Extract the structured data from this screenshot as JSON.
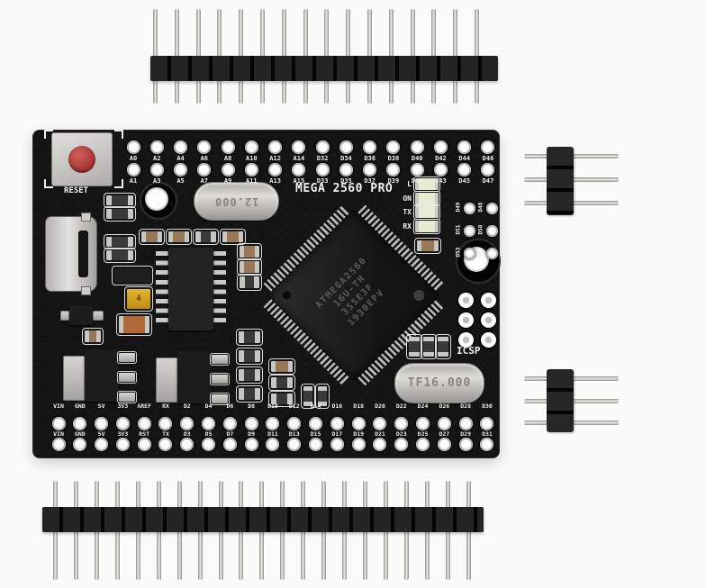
{
  "photo": {
    "board": {
      "title": "MEGA 2560 PRO",
      "reset_label": "RESET",
      "icsp_label": "ICSP",
      "crystal_12mhz_text": "12.000",
      "crystal_16mhz_text": "TF16.000",
      "fuse_mark": "4",
      "led_labels": [
        "L",
        "ON",
        "TX",
        "RX"
      ],
      "chip_lines": [
        "ATMEGA2560",
        "16U-TH",
        "355E3F",
        "1930EPV"
      ],
      "top_row1": [
        "A0",
        "A2",
        "A4",
        "A6",
        "A8",
        "A10",
        "A12",
        "A14",
        "D32",
        "D34",
        "D36",
        "D38",
        "D40",
        "D42",
        "D44",
        "D46"
      ],
      "top_row2": [
        "A1",
        "A3",
        "A5",
        "A7",
        "A9",
        "A11",
        "A13",
        "A15",
        "D33",
        "D35",
        "D37",
        "D39",
        "D41",
        "D43",
        "D45",
        "D47"
      ],
      "right_col_inner": [
        "D49",
        "D51",
        "D53"
      ],
      "right_col_outer": [
        "D48",
        "D50",
        "D52"
      ],
      "bottom_row1": [
        "VIN",
        "GND",
        "5V",
        "3V3",
        "AREF",
        "RX",
        "D2",
        "D4",
        "D6",
        "D8",
        "D10",
        "D12",
        "D14",
        "D16",
        "D18",
        "D20",
        "D22",
        "D24",
        "D26",
        "D28",
        "D30"
      ],
      "bottom_row2": [
        "VIN",
        "GND",
        "5V",
        "3V3",
        "RST",
        "TX",
        "D3",
        "D5",
        "D7",
        "D9",
        "D11",
        "D13",
        "D15",
        "D17",
        "D19",
        "D21",
        "D23",
        "D25",
        "D27",
        "D29",
        "D31"
      ]
    },
    "colors": {
      "background": "#fafafa",
      "pcb": "#141414",
      "silkscreen": "#f1f1f1",
      "pin_silver": "#c9c8c4",
      "reset_cap_red": "#b43a37",
      "fuse_gold": "#d5a51f",
      "tantalum_orange": "#b06a3a",
      "led_lens": "#e6ecd2"
    }
  }
}
